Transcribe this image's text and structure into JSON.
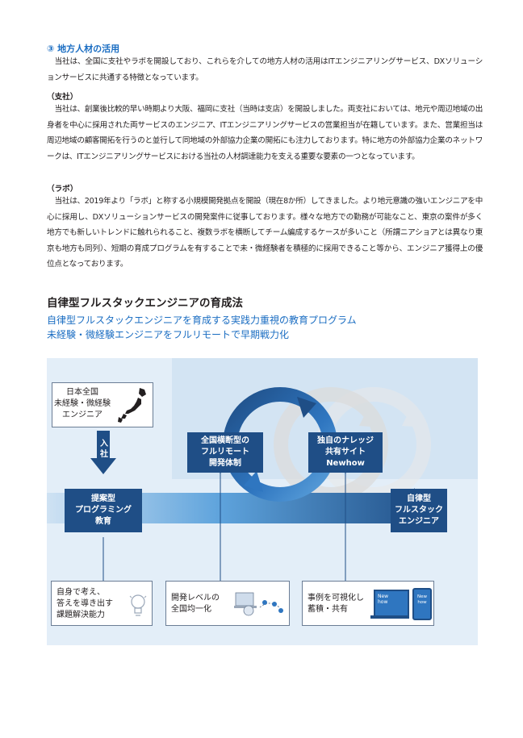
{
  "section3": {
    "heading": "③ 地方人材の活用",
    "intro": "当社は、全国に支社やラボを開設しており、これらを介しての地方人材の活用はITエンジニアリングサービス、DXソリューションサービスに共通する特徴となっています。",
    "branch_label": "（支社）",
    "branch_text": "当社は、創業後比較的早い時期より大阪、福岡に支社（当時は支店）を開設しました。両支社においては、地元や周辺地域の出身者を中心に採用された両サービスのエンジニア、ITエンジニアリングサービスの営業担当が在籍しています。また、営業担当は周辺地域の顧客開拓を行うのと並行して同地域の外部協力企業の開拓にも注力しております。特に地方の外部協力企業のネットワークは、ITエンジニアリングサービスにおける当社の人材調達能力を支える重要な要素の一つとなっています。",
    "lab_label": "（ラボ）",
    "lab_text": "当社は、2019年より「ラボ」と称する小規模開発拠点を開設（現在8か所）してきました。より地元意識の強いエンジニアを中心に採用し、DXソリューションサービスの開発案件に従事しております。様々な地方での勤務が可能なこと、東京の案件が多く地方でも新しいトレンドに触れられること、複数ラボを横断してチーム編成するケースが多いこと（所謂ニアショアとは異なり東京も地方も同列）、短期の育成プログラムを有することで未・微経験者を積極的に採用できること等から、エンジニア獲得上の優位点となっております。"
  },
  "training": {
    "title": "自律型フルスタックエンジニアの育成法",
    "lead1": "自律型フルスタックエンジニアを育成する実践力重視の教育プログラム",
    "lead2": "未経験・微経験エンジニアをフルリモートで早期戦力化"
  },
  "diagram": {
    "source_box": "日本全国\n未経験・微経験\nエンジニア",
    "join": "入\n社",
    "step1": "提案型\nプログラミング\n教育",
    "step2": "全国横断型の\nフルリモート\n開発体制",
    "step3": "独自のナレッジ\n共有サイト\nNewhow",
    "result": "自律型\nフルスタック\nエンジニア",
    "card1": "自身で考え、\n答えを導き出す\n課題解決能力",
    "card2": "開発レベルの\n全国均一化",
    "card3": "事例を可視化し\n蓄積・共有",
    "screen_text": "New\nhow",
    "colors": {
      "dark_blue": "#1f4e86",
      "mid_blue": "#2f76c0",
      "light_blue": "#5ea3dc",
      "panel": "#e3eef8"
    }
  }
}
